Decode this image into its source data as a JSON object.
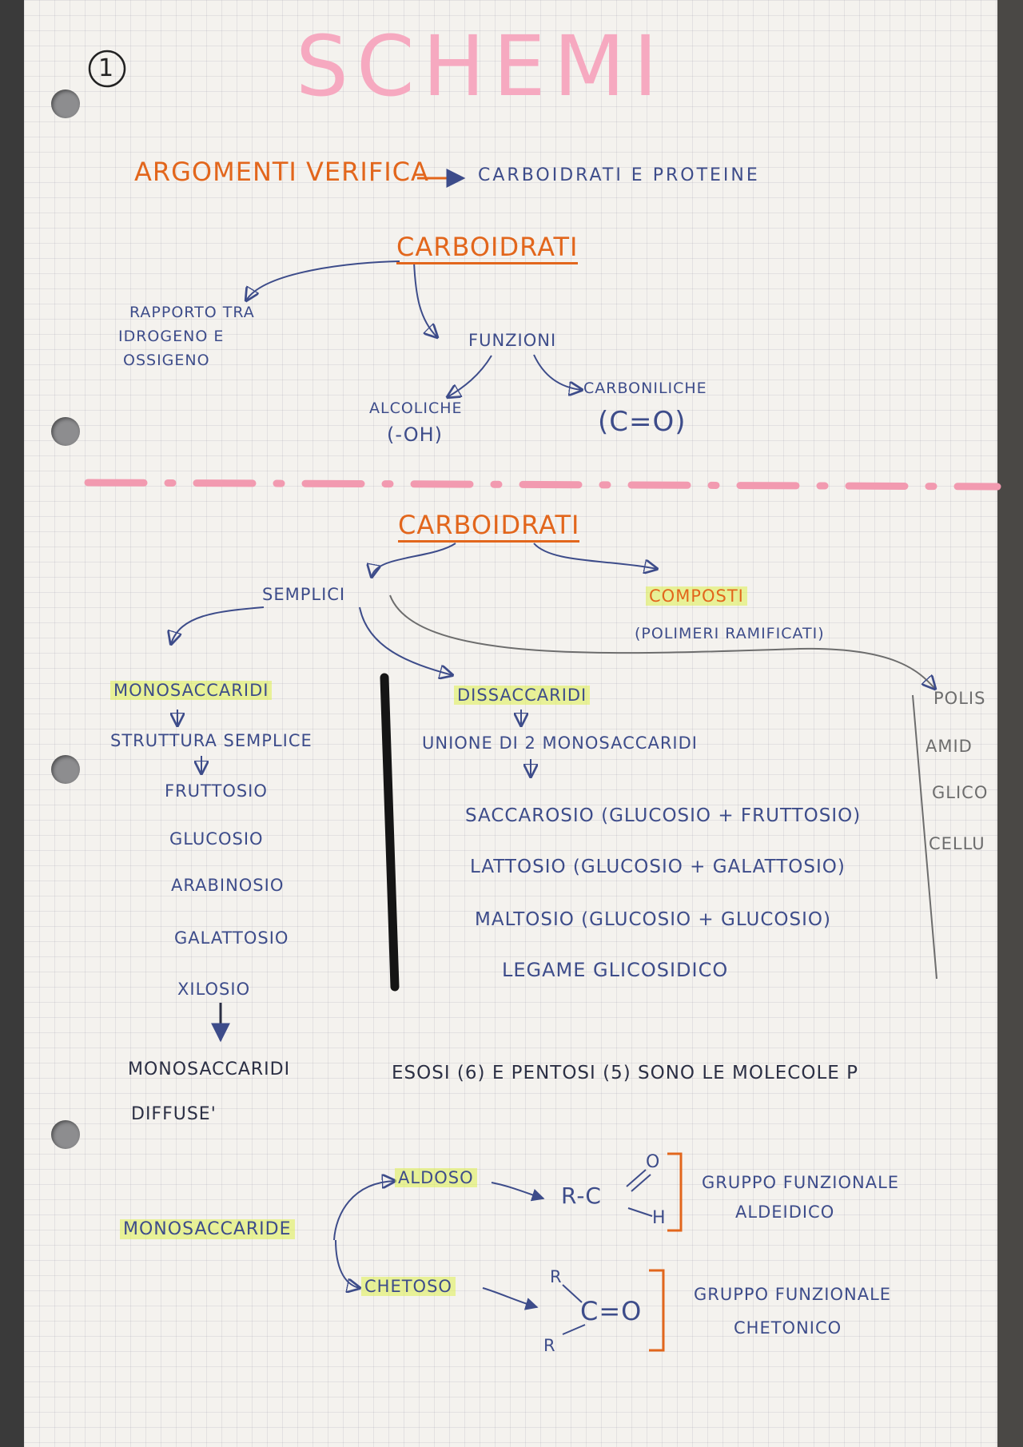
{
  "page": {
    "number": "1",
    "title": "SCHEMI"
  },
  "header": {
    "topics_label": "ARGOMENTI VERIFICA",
    "topics_value": "CARBOIDRATI E PROTEINE"
  },
  "diagram1": {
    "root": "CARBOIDRATI",
    "ratio": [
      "RAPPORTO TRA",
      "IDROGENO E",
      "OSSIGENO"
    ],
    "functions": "FUNZIONI",
    "alcoholic": "ALCOLICHE",
    "alcoholic_formula": "(-OH)",
    "carbonyl": "CARBONILICHE",
    "carbonyl_formula": "(C=O)"
  },
  "diagram2": {
    "root": "CARBOIDRATI",
    "simple": "SEMPLICI",
    "compound": "COMPOSTI",
    "compound_note": "(POLIMERI RAMIFICATI)",
    "mono": {
      "title": "MONOSACCARIDI",
      "desc": "STRUTTURA SEMPLICE",
      "items": [
        "FRUTTOSIO",
        "GLUCOSIO",
        "ARABINOSIO",
        "GALATTOSIO",
        "XILOSIO"
      ]
    },
    "di": {
      "title": "DISSACCARIDI",
      "desc": "UNIONE DI 2 MONOSACCARIDI",
      "items": [
        "SACCAROSIO (GLUCOSIO + FRUTTOSIO)",
        "LATTOSIO (GLUCOSIO + GALATTOSIO)",
        "MALTOSIO (GLUCOSIO + GLUCOSIO)"
      ],
      "bond": "LEGAME GLICOSIDICO"
    },
    "poly": {
      "title": "POLIS",
      "items": [
        "AMID",
        "GLICO",
        "CELLU"
      ]
    }
  },
  "notes": {
    "mono_label": [
      "MONOSACCARIDI",
      "DIFFUSE'"
    ],
    "sentence": "ESOSI (6) E PENTOSI (5) SONO LE MOLECOLE P"
  },
  "functional": {
    "monosaccharide": "MONOSACCARIDE",
    "aldose": "ALDOSO",
    "aldose_formula": {
      "r": "R-C",
      "o": "O",
      "h": "H"
    },
    "aldose_group": [
      "GRUPPO FUNZIONALE",
      "ALDEIDICO"
    ],
    "ketose": "CHETOSO",
    "ketose_formula": {
      "r_top": "R",
      "core": "C=O",
      "r_bottom": "R"
    },
    "ketose_group": [
      "GRUPPO FUNZIONALE",
      "CHETONICO"
    ]
  },
  "colors": {
    "pen_blue": "#3d4c8a",
    "pen_orange": "#e2661c",
    "pen_pink": "#f29ab0",
    "highlighter": "#dff050"
  }
}
